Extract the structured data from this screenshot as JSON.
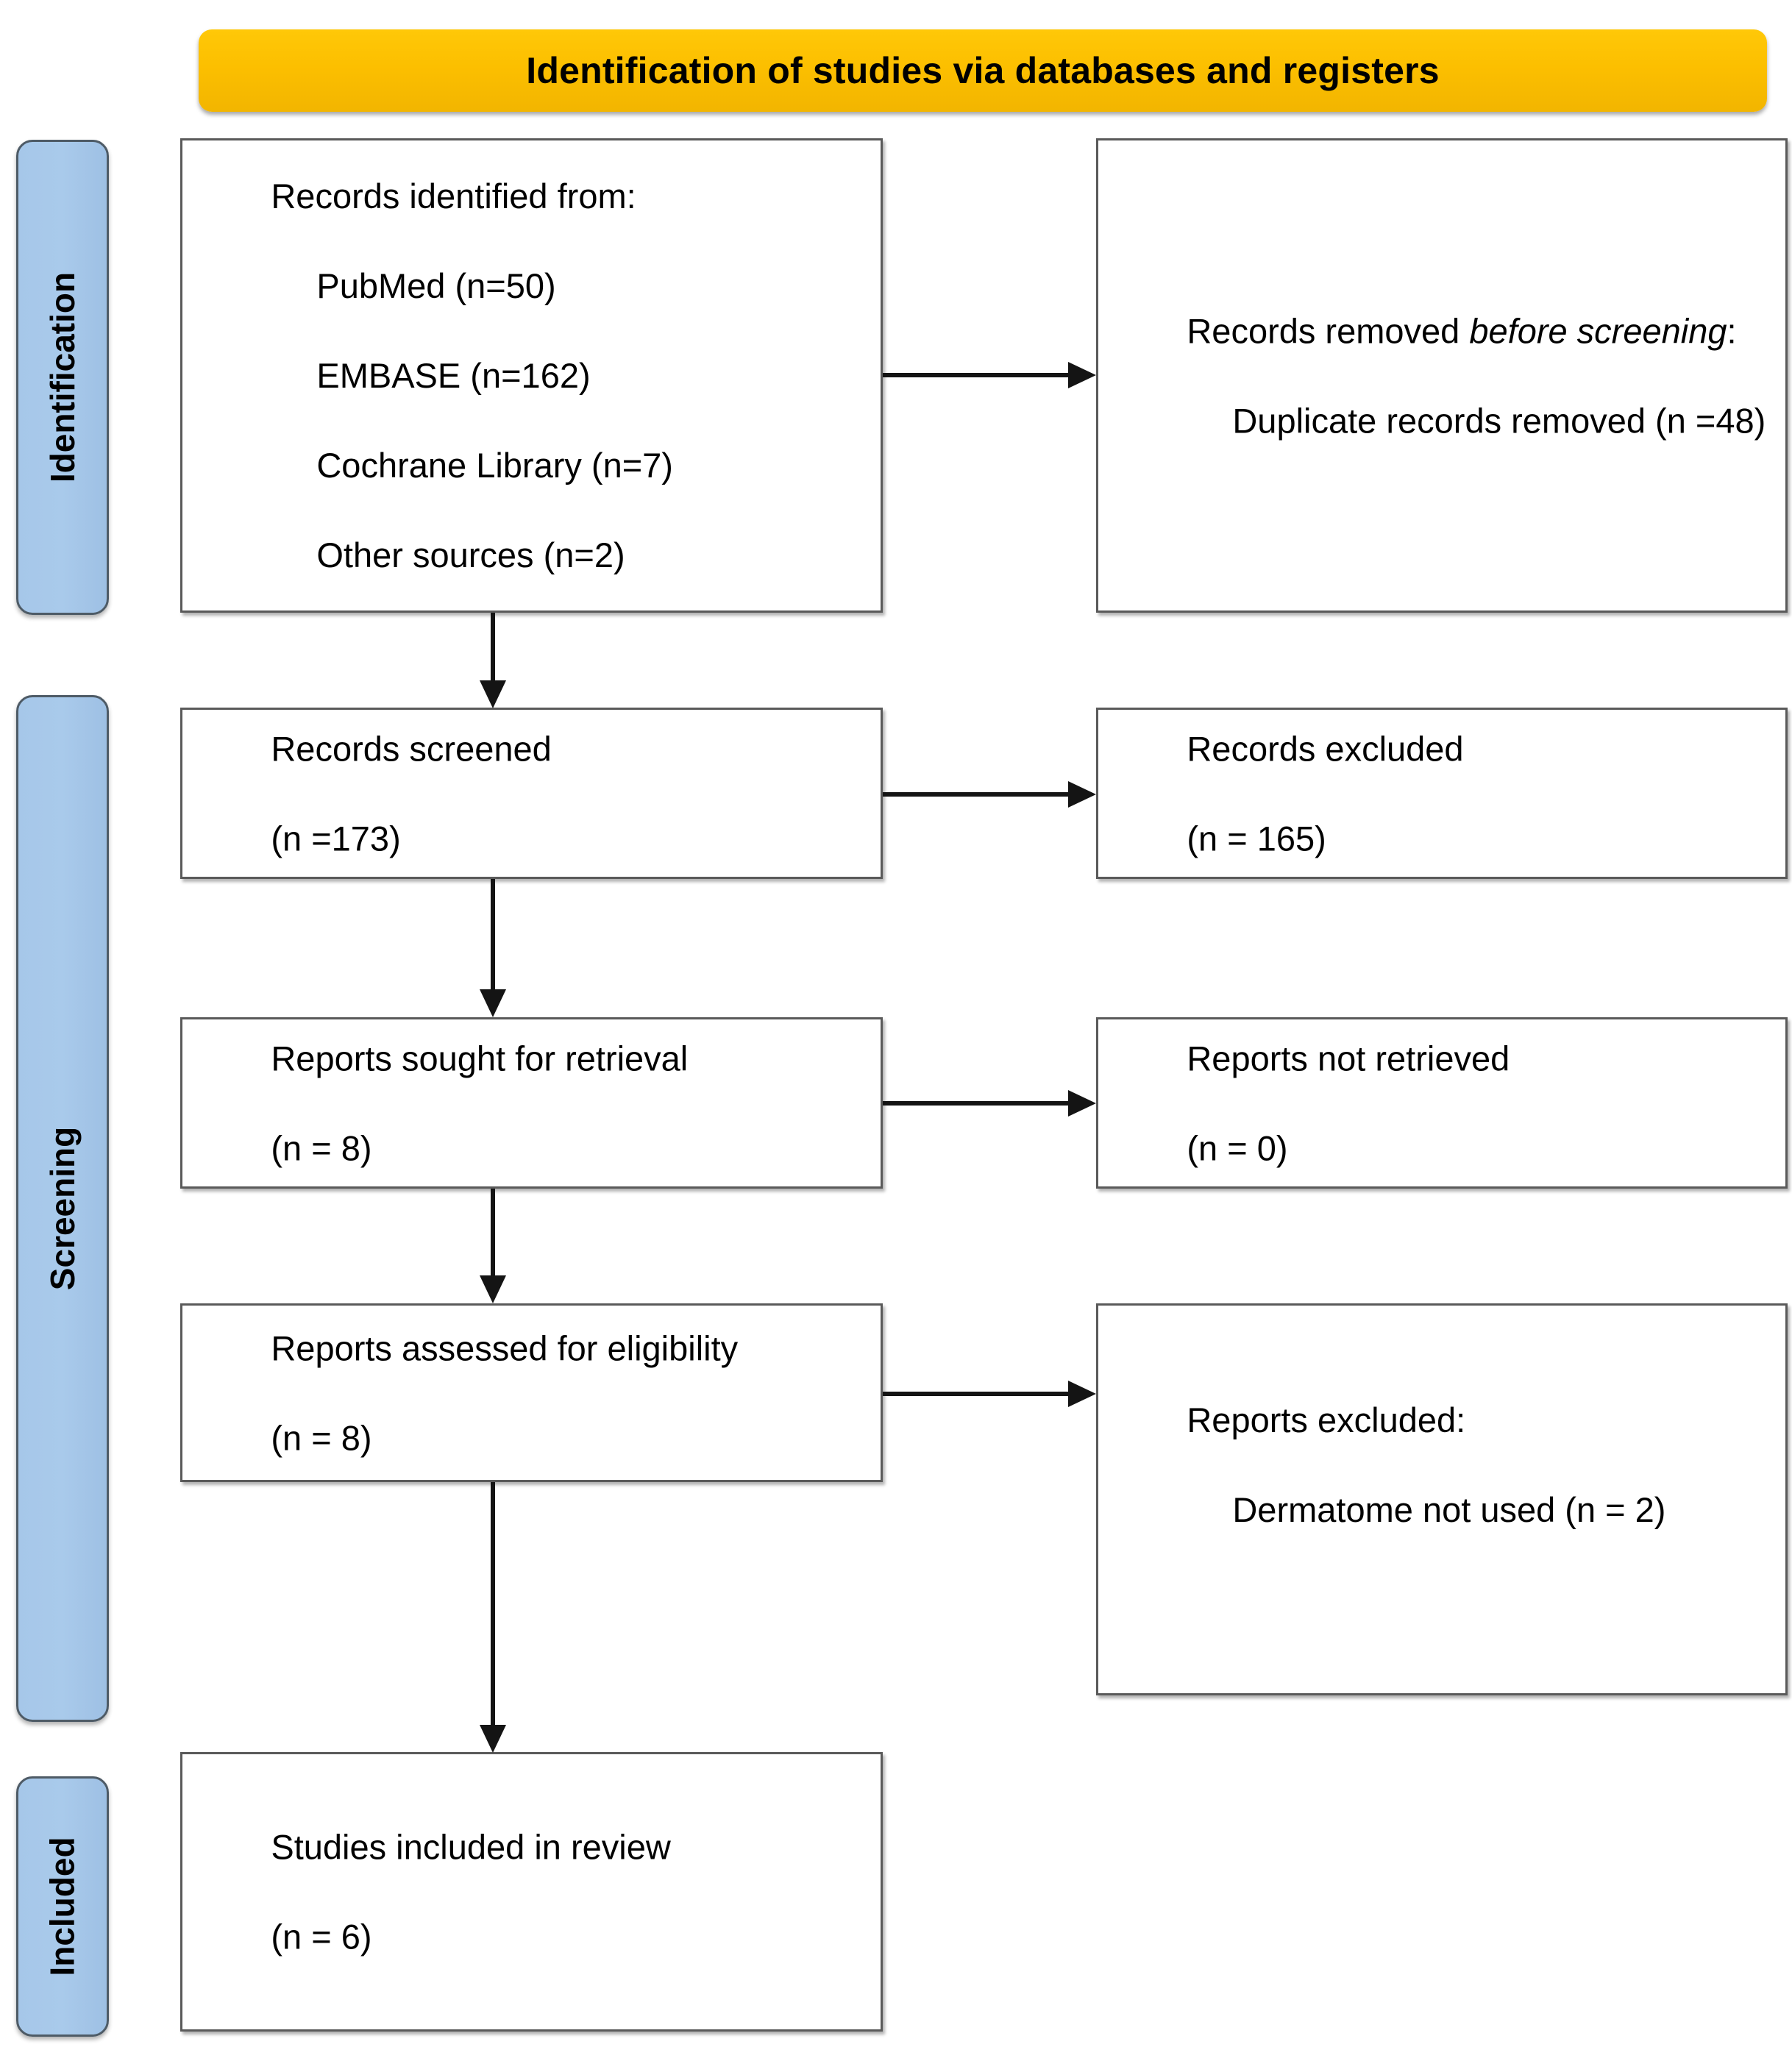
{
  "diagram": {
    "type": "prisma-flow-diagram",
    "banner": {
      "title": "Identification of studies via databases and registers",
      "color": "#FCBF00"
    },
    "stages": [
      {
        "id": "identification",
        "label": "Identification",
        "color": "#A8C8E8"
      },
      {
        "id": "screening",
        "label": "Screening",
        "color": "#A8C8E8"
      },
      {
        "id": "included",
        "label": "Included",
        "color": "#A8C8E8"
      }
    ],
    "boxes": {
      "identified": {
        "heading": "Records identified from:",
        "items": [
          "PubMed (n=50)",
          "EMBASE (n=162)",
          "Cochrane Library (n=7)",
          "Other sources (n=2)"
        ]
      },
      "removed": {
        "heading_plain": "Records removed ",
        "heading_italic": "before screening",
        "heading_tail": ":",
        "items": [
          "Duplicate records removed (n =48)"
        ]
      },
      "screened": {
        "heading": "Records screened",
        "count": "(n =173)"
      },
      "excluded": {
        "heading": "Records excluded",
        "count": "(n = 165)"
      },
      "sought": {
        "heading": "Reports sought for retrieval",
        "count": "(n = 8)"
      },
      "not_retrieved": {
        "heading": "Reports not retrieved",
        "count": "(n = 0)"
      },
      "assessed": {
        "heading": "Reports assessed for eligibility",
        "count": "(n = 8)"
      },
      "reports_excluded": {
        "heading": "Reports excluded:",
        "items": [
          "Dermatome not used (n = 2)"
        ]
      },
      "included": {
        "heading": "Studies included in review",
        "count": "(n = 6)"
      }
    }
  }
}
